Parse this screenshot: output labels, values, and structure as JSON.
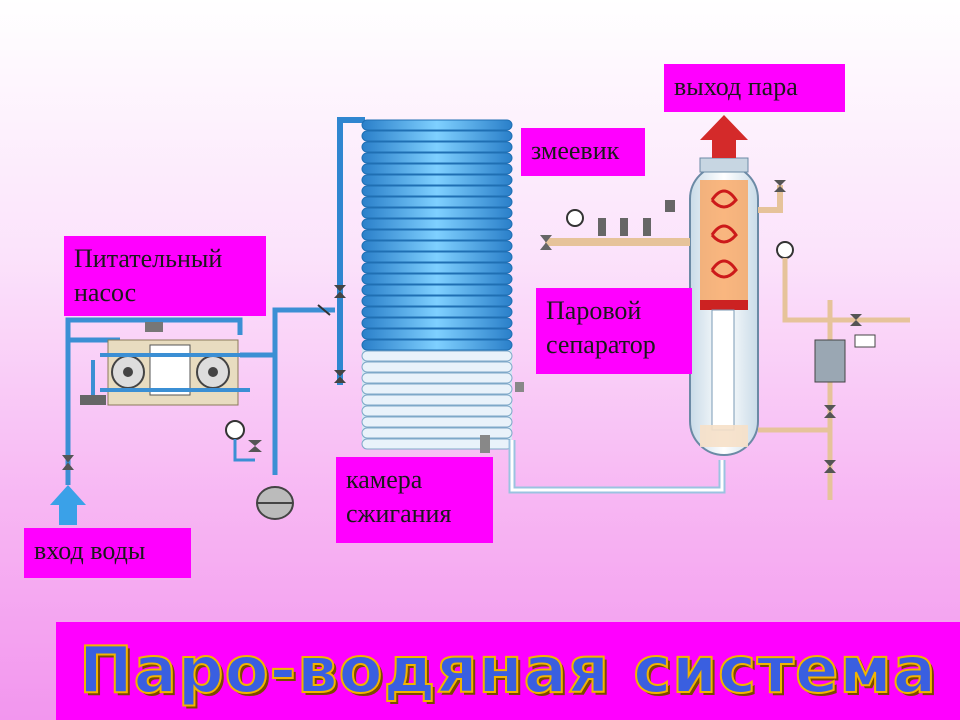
{
  "labels": {
    "pump": "Питательный насос",
    "coil": "змеевик",
    "steam_out": "выход пара",
    "separator": "Паровой сепаратор",
    "chamber": "камера сжигания",
    "water_in": "вход воды"
  },
  "title": "Паро-водяная система",
  "colors": {
    "label_bg": "#ff00ff",
    "pipe": "#3b8fd4",
    "coil": "#4fb2ee",
    "steam_arrow": "#d42a2a",
    "water_arrow": "#3aa1e8"
  }
}
